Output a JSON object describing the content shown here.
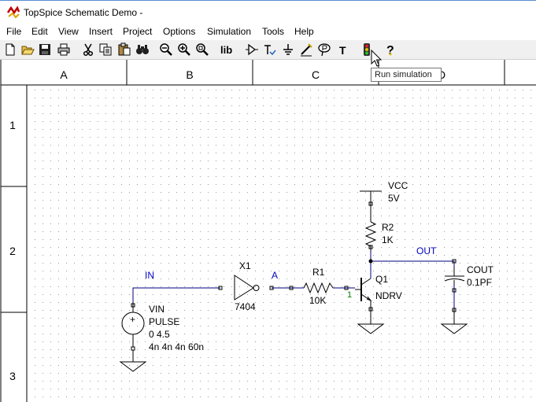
{
  "window": {
    "title": "TopSpice Schematic Demo -"
  },
  "menu": [
    "File",
    "Edit",
    "View",
    "Insert",
    "Project",
    "Options",
    "Simulation",
    "Tools",
    "Help"
  ],
  "toolbar": {
    "lib_label": "lib",
    "text_label": "T",
    "tooltip": "Run simulation"
  },
  "frame": {
    "columns": [
      "A",
      "B",
      "C",
      "D"
    ],
    "rows": [
      "1",
      "2",
      "3"
    ]
  },
  "schematic": {
    "vcc_name": "VCC",
    "vcc_value": "5V",
    "r2_name": "R2",
    "r2_value": "1K",
    "out_label": "OUT",
    "cout_name": "COUT",
    "cout_value": "0.1PF",
    "in_label": "IN",
    "x1_name": "X1",
    "x1_part": "7404",
    "a_label": "A",
    "r1_name": "R1",
    "r1_value": "10K",
    "q1_name": "Q1",
    "q1_model": "NDRV",
    "q1_pin": "1",
    "vin_name": "VIN",
    "vin_type": "PULSE",
    "vin_line1": "0 4.5",
    "vin_line2": "4n 4n 4n 60n",
    "plus_sign": "+"
  },
  "colors": {
    "net_label": "#0000c0",
    "wire": "#000080",
    "pin_number": "#008000"
  }
}
